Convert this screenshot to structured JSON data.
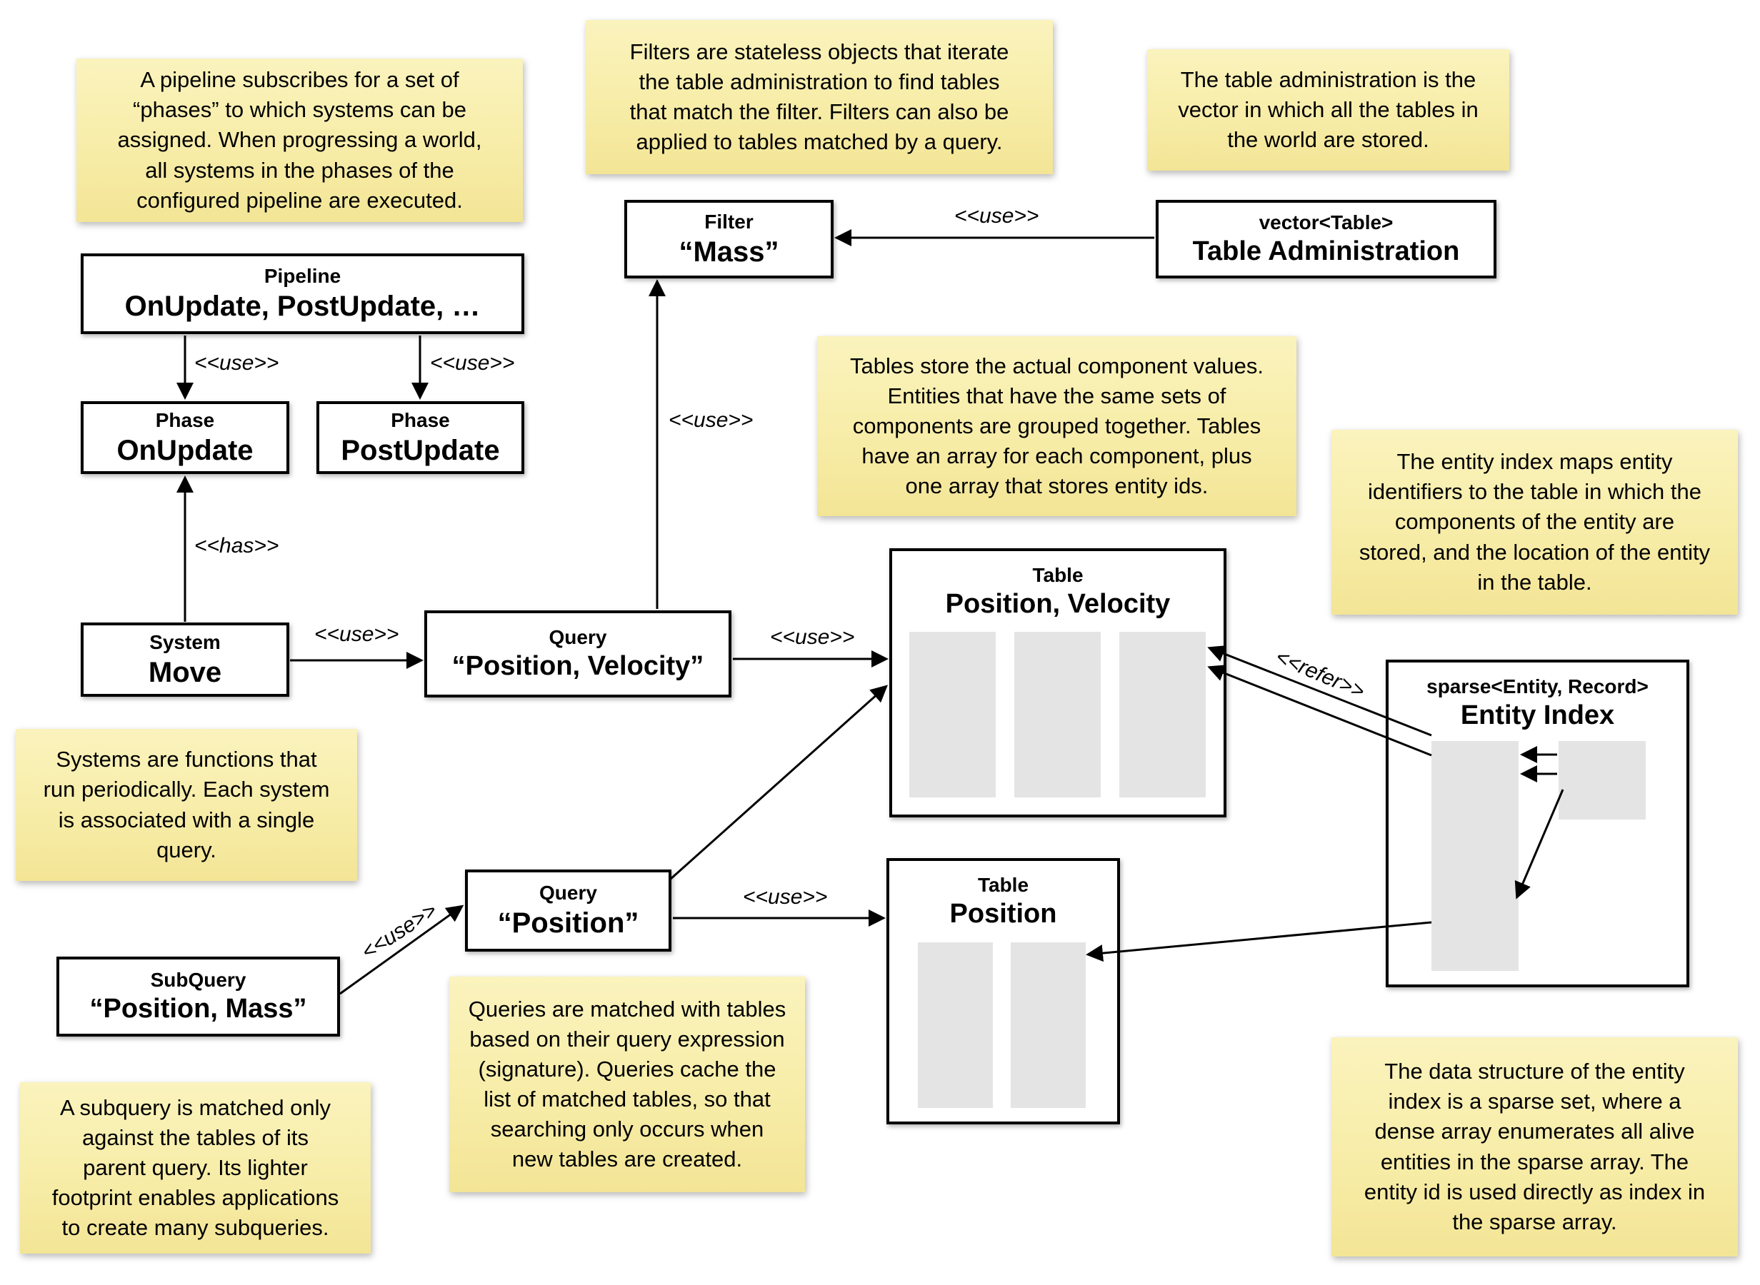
{
  "diagram": {
    "notes": {
      "pipeline": "A pipeline subscribes for a set of\n“phases” to which systems can be\nassigned. When progressing a world,\nall systems in the phases of the\nconfigured pipeline are executed.",
      "filters": "Filters are stateless objects that iterate\nthe table administration to find tables\nthat match the filter. Filters can also be\napplied to tables matched by a query.",
      "table_admin": "The table administration is the\nvector in which all the tables in\nthe world are stored.",
      "tables": "Tables store the actual component values.\nEntities that have the same sets of\ncomponents are grouped together. Tables\nhave an array for each component, plus\none array that stores entity ids.",
      "entity_index": "The entity index maps entity\nidentifiers to the table in which the\ncomponents of the entity are\nstored, and the location of the entity\nin the table.",
      "systems": "Systems are functions that\nrun periodically. Each system\nis associated with a single\nquery.",
      "queries": "Queries are matched with tables\nbased on their query expression\n(signature). Queries cache the\nlist of matched tables, so that\nsearching only occurs when\nnew tables are created.",
      "subquery": "A subquery is matched only\nagainst the tables of its\nparent query. Its lighter\nfootprint enables applications\nto create many subqueries.",
      "entity_structure": "The data structure of the entity\nindex is a sparse set, where a\ndense array enumerates all alive\nentities in the sparse array. The\nentity id is used directly as index in\nthe sparse array."
    },
    "boxes": {
      "pipeline": {
        "title": "Pipeline",
        "body": "OnUpdate, PostUpdate, …"
      },
      "phase_onupdate": {
        "title": "Phase",
        "body": "OnUpdate"
      },
      "phase_postupdate": {
        "title": "Phase",
        "body": "PostUpdate"
      },
      "filter": {
        "title": "Filter",
        "body": "“Mass”"
      },
      "table_admin": {
        "title": "vector<Table>",
        "body": "Table Administration"
      },
      "system": {
        "title": "System",
        "body": "Move"
      },
      "query_pv": {
        "title": "Query",
        "body": "“Position, Velocity”"
      },
      "query_pos": {
        "title": "Query",
        "body": "“Position”"
      },
      "subquery": {
        "title": "SubQuery",
        "body": "“Position, Mass”"
      },
      "table_pv": {
        "title": "Table",
        "body": "Position, Velocity"
      },
      "table_pos": {
        "title": "Table",
        "body": "Position"
      },
      "entity_index": {
        "title": "sparse<Entity, Record>",
        "body": "Entity Index"
      }
    },
    "edge_labels": {
      "use": "<<use>>",
      "has": "<<has>>",
      "refer": "<<refer>>"
    },
    "colors": {
      "note_bg": "#f7eca6",
      "box_border": "#000000",
      "array_fill": "#e4e4e4"
    }
  }
}
